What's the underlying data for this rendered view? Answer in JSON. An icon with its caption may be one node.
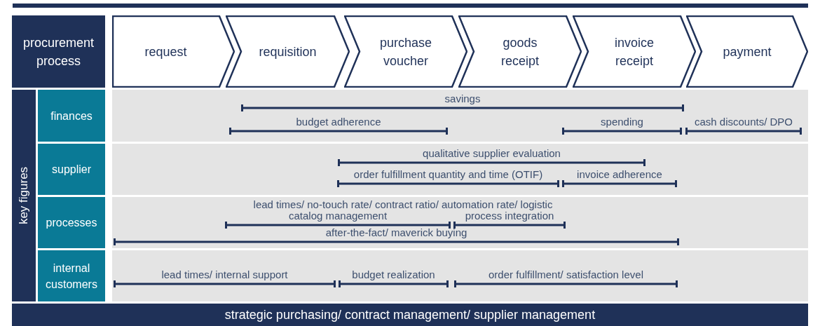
{
  "diagram": {
    "nodes": [
      {
        "text": [
          "procurement process"
        ]
      },
      {
        "text": [
          "request"
        ]
      },
      {
        "text": [
          "requisition"
        ]
      },
      {
        "text": [
          "purchase voucher"
        ]
      },
      {
        "text": [
          "goods receipt"
        ]
      },
      {
        "text": [
          "invoice receipt"
        ]
      },
      {
        "text": [
          "payment"
        ]
      },
      {
        "text": [
          "key figures"
        ]
      },
      {
        "text": [
          "finances"
        ]
      },
      {
        "text": [
          "supplier"
        ]
      },
      {
        "text": [
          "processes"
        ]
      },
      {
        "text": [
          "internal customers"
        ]
      },
      {
        "text": [
          "savings",
          "budget adherence",
          "spending",
          "cash discounts/ DPO"
        ]
      },
      {
        "text": [
          "qualitative supplier evaluation",
          "order fulfillment quantity and time (OTIF)",
          "invoice adherence"
        ]
      },
      {
        "text": [
          "lead times/ no-touch rate/ contract ratio/ automation rate/ logistic",
          "catalog management",
          "process integration",
          "after-the-fact/ maverick buying"
        ]
      },
      {
        "text": [
          "lead times/ internal support",
          "budget realization",
          "order fulfillment/ satisfaction level"
        ]
      },
      {
        "text": [
          "strategic purchasing/ contract management/ supplier management"
        ]
      }
    ]
  }
}
